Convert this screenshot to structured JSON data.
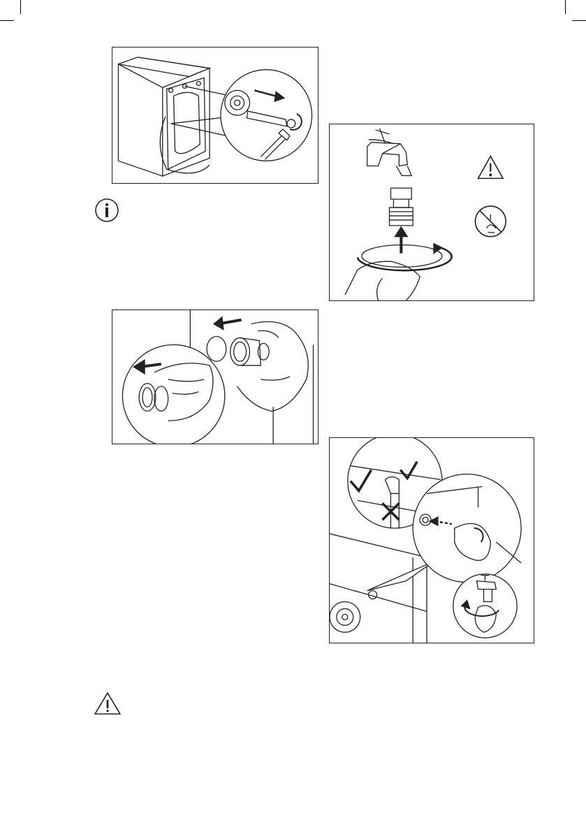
{
  "page": {
    "figures": [
      {
        "name": "figure-remove-transit-bolts",
        "icon": "washing-machine-back-wrench-icon"
      },
      {
        "name": "figure-tap-connection",
        "icon": "tap-hose-connector-icon"
      },
      {
        "name": "figure-insert-plastic-caps",
        "icon": "hands-plastic-caps-icon"
      },
      {
        "name": "figure-inlet-hose-connection",
        "icon": "inlet-hose-angle-icon"
      }
    ],
    "notes": [
      {
        "name": "info-note",
        "icon": "info-icon"
      },
      {
        "name": "warning-note",
        "icon": "warning-triangle-icon"
      }
    ]
  }
}
